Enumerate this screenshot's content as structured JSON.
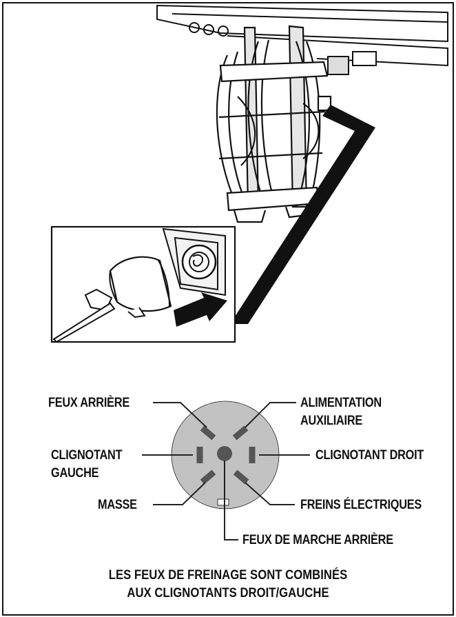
{
  "labels": {
    "tail_lights": "FEUX ARRIÈRE",
    "auxiliary_power_line1": "ALIMENTATION",
    "auxiliary_power_line2": "AUXILIAIRE",
    "left_turn_line1": "CLIGNOTANT",
    "left_turn_line2": "GAUCHE",
    "right_turn": "CLIGNOTANT DROIT",
    "ground": "MASSE",
    "electric_brakes": "FREINS ÉLECTRIQUES",
    "reverse_lights": "FEUX DE MARCHE ARRIÈRE"
  },
  "note": {
    "line1": "LES FEUX DE FREINAGE SONT COMBINÉS",
    "line2": "AUX CLIGNOTANTS DROIT/GAUCHE"
  },
  "colors": {
    "connector_face": "#c2c2c2",
    "pin": "#555555",
    "ink": "#111111"
  }
}
